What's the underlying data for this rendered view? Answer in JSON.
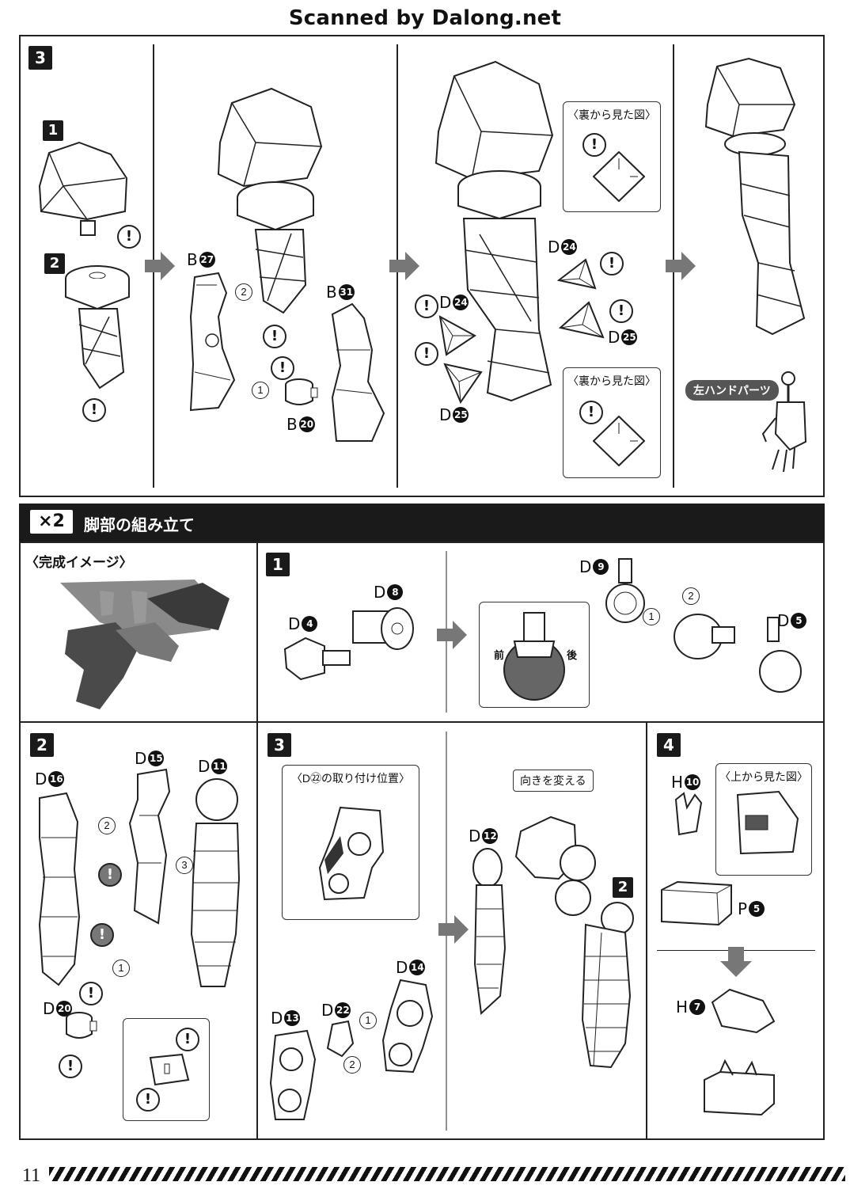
{
  "watermark": "Scanned by Dalong.net",
  "top_section": {
    "step_number": "3",
    "substeps": [
      "1",
      "2"
    ],
    "parts": {
      "b27": {
        "letter": "B",
        "num": "27"
      },
      "b31": {
        "letter": "B",
        "num": "31"
      },
      "b20": {
        "letter": "B",
        "num": "20"
      },
      "d24a": {
        "letter": "D",
        "num": "24"
      },
      "d24b": {
        "letter": "D",
        "num": "24"
      },
      "d25a": {
        "letter": "D",
        "num": "25"
      },
      "d25b": {
        "letter": "D",
        "num": "25"
      }
    },
    "order_marks": [
      "1",
      "2"
    ],
    "callout_back_view_1": "〈裏から見た図〉",
    "callout_back_view_2": "〈裏から見た図〉",
    "left_hand_parts": "左ハンドパーツ",
    "warning_symbol": "!"
  },
  "section": {
    "multiplier": "×2",
    "title": "脚部の組み立て"
  },
  "finished_image_label": "〈完成イメージ〉",
  "leg_step1": {
    "step_number": "1",
    "parts": {
      "d8": {
        "letter": "D",
        "num": "8"
      },
      "d4": {
        "letter": "D",
        "num": "4"
      },
      "d9": {
        "letter": "D",
        "num": "9"
      },
      "d5": {
        "letter": "D",
        "num": "5"
      }
    },
    "front_label": "前",
    "back_label": "後",
    "order_marks": [
      "1",
      "2"
    ]
  },
  "leg_step2": {
    "step_number": "2",
    "parts": {
      "d16": {
        "letter": "D",
        "num": "16"
      },
      "d15": {
        "letter": "D",
        "num": "15"
      },
      "d11": {
        "letter": "D",
        "num": "11"
      },
      "d20": {
        "letter": "D",
        "num": "20"
      }
    },
    "order_marks": [
      "1",
      "2",
      "3"
    ]
  },
  "leg_step3": {
    "step_number": "3",
    "callout_title": "〈D㉒の取り付け位置〉",
    "parts": {
      "d14": {
        "letter": "D",
        "num": "14"
      },
      "d13": {
        "letter": "D",
        "num": "13"
      },
      "d22": {
        "letter": "D",
        "num": "22"
      },
      "d12": {
        "letter": "D",
        "num": "12"
      }
    },
    "change_direction": "向きを変える",
    "sub_step": "2",
    "order_marks": [
      "1",
      "2"
    ]
  },
  "leg_step4": {
    "step_number": "4",
    "callout_title": "〈上から見た図〉",
    "parts": {
      "h10": {
        "letter": "H",
        "num": "10"
      },
      "p5": {
        "letter": "P",
        "num": "5"
      },
      "h7": {
        "letter": "H",
        "num": "7"
      }
    }
  },
  "page_number": "11"
}
